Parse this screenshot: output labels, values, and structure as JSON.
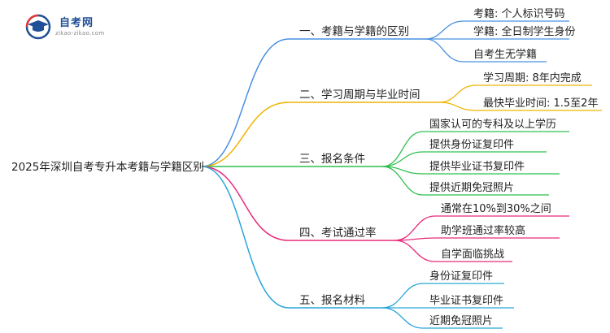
{
  "logo": {
    "title": "自考网",
    "url": "zikao-zikao.com"
  },
  "root": "2025年深圳自考专升本考籍与学籍区别",
  "colors": {
    "b1": "#4a90e2",
    "b2": "#f0b400",
    "b3": "#2fbf4f",
    "b4": "#e82b7d",
    "b5": "#2aa6d8"
  },
  "branches": [
    {
      "label": "一、考籍与学籍的区别",
      "leaves": [
        "考籍: 个人标识号码",
        "学籍: 全日制学生身份",
        "自考生无学籍"
      ]
    },
    {
      "label": "二、学习周期与毕业时间",
      "leaves": [
        "学习周期: 8年内完成",
        "最快毕业时间: 1.5至2年"
      ]
    },
    {
      "label": "三、报名条件",
      "leaves": [
        "国家认可的专科及以上学历",
        "提供身份证复印件",
        "提供毕业证书复印件",
        "提供近期免冠照片"
      ]
    },
    {
      "label": "四、考试通过率",
      "leaves": [
        "通常在10%到30%之间",
        "助学班通过率较高",
        "自学面临挑战"
      ]
    },
    {
      "label": "五、报名材料",
      "leaves": [
        "身份证复印件",
        "毕业证书复印件",
        "近期免冠照片"
      ]
    }
  ]
}
